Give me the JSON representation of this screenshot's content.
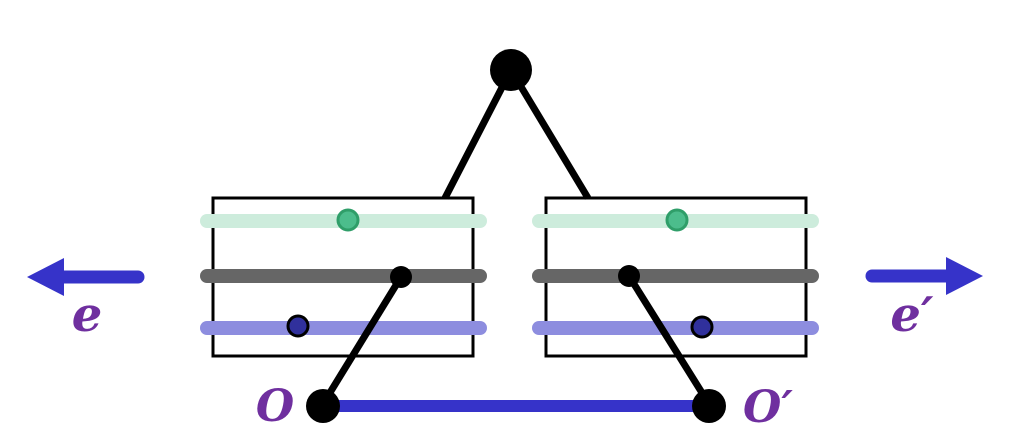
{
  "diagram": {
    "labels": {
      "e": "e",
      "e_prime": "e′",
      "O": "O",
      "O_prime": "O′"
    },
    "colors": {
      "ink": "#000000",
      "mint_bar": "#cdecdc",
      "green_dot_fill": "#4cbd8c",
      "green_dot_stroke": "#2f9e69",
      "gray_bar": "#666666",
      "lavender_bar": "#8d8ddf",
      "navy_dot_fill": "#30309c",
      "blue_accent": "#3633c9",
      "purple_label": "#6f2f9f"
    }
  }
}
